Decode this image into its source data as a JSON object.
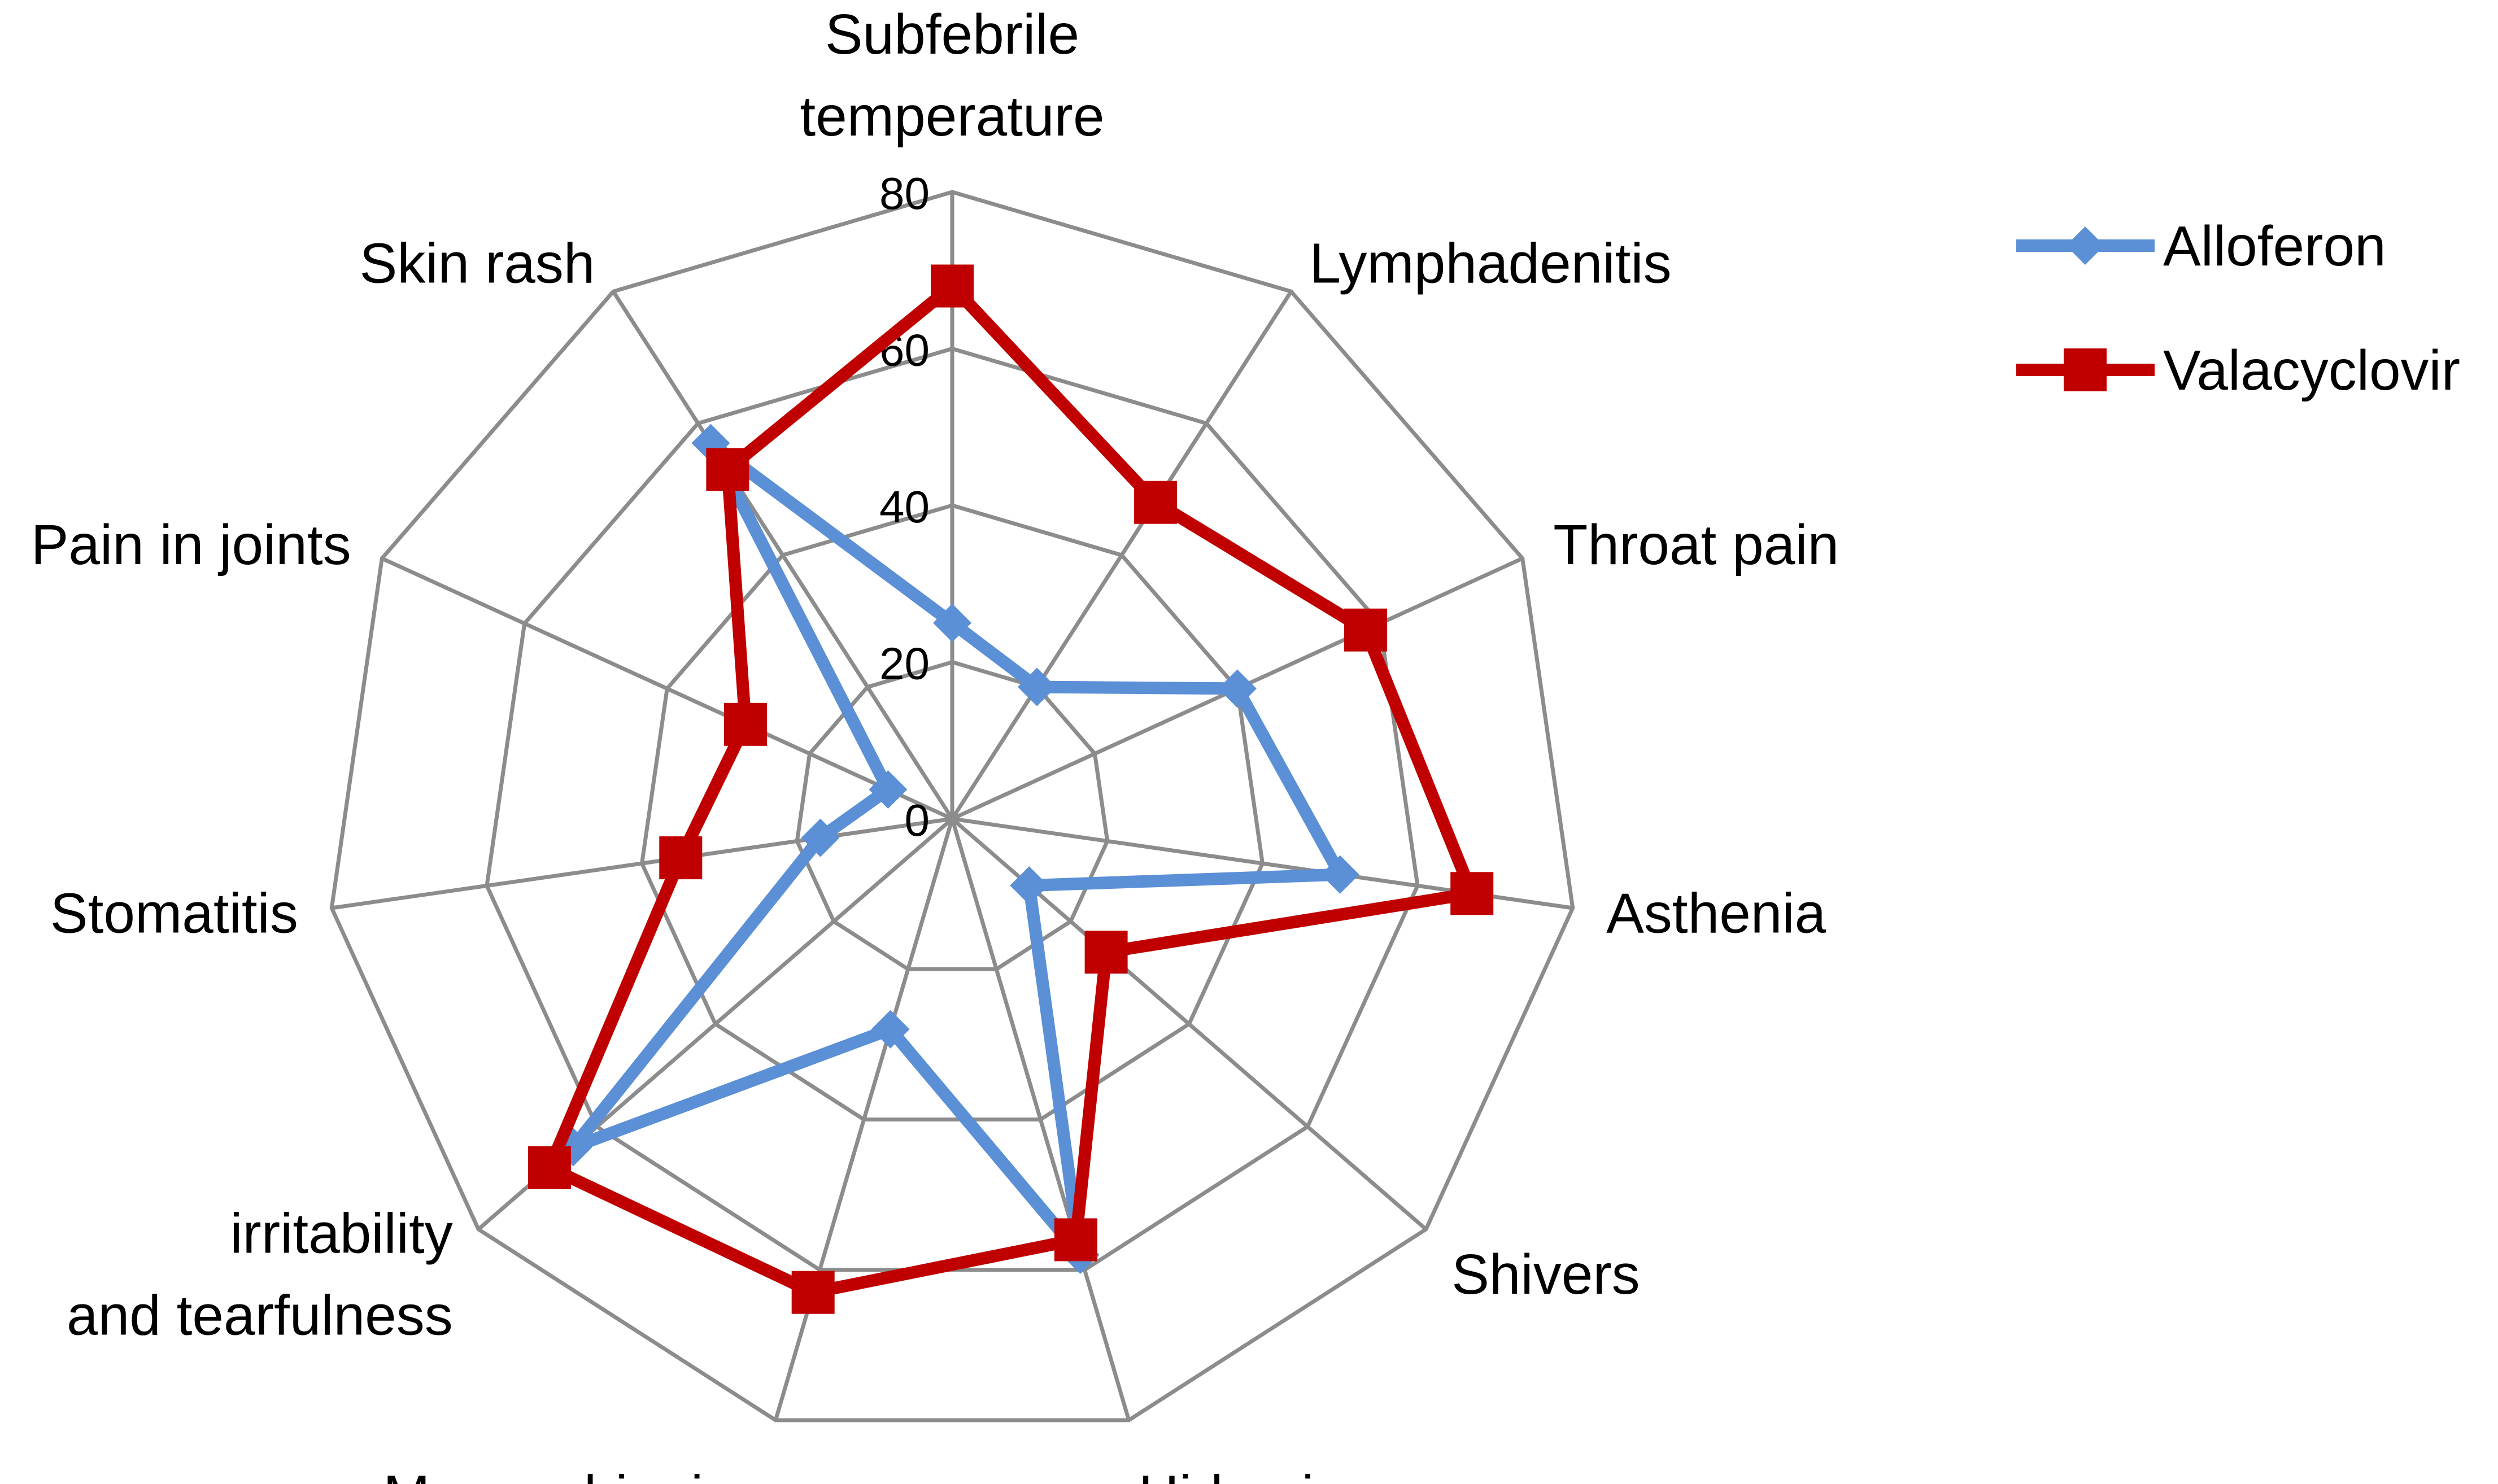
{
  "chart_data": {
    "type": "radar",
    "categories": [
      [
        "Subfebrile",
        "temperature"
      ],
      [
        "Lymphadenitis"
      ],
      [
        "Throat pain"
      ],
      [
        "Asthenia"
      ],
      [
        "Shivers"
      ],
      [
        "Hidrosis"
      ],
      [
        "Mucus dripping"
      ],
      [
        "irritability",
        "and tearfulness"
      ],
      [
        "Stomatitis"
      ],
      [
        "Pain in joints"
      ],
      [
        "Skin rash"
      ]
    ],
    "r_ticks": [
      "0",
      "20",
      "40",
      "60",
      "80"
    ],
    "rlim": [
      0,
      80
    ],
    "grid": true,
    "legend_position": "top-right",
    "series": [
      {
        "name": "Alloferon",
        "color": "#5B8FD6",
        "marker": "diamond",
        "values": [
          25,
          20,
          40,
          50,
          13,
          58,
          28,
          64,
          17,
          9,
          57
        ]
      },
      {
        "name": "Valacyclovir",
        "color": "#C00000",
        "marker": "square",
        "values": [
          68,
          48,
          58,
          67,
          26,
          56,
          63,
          68,
          35,
          29,
          53
        ]
      }
    ]
  }
}
